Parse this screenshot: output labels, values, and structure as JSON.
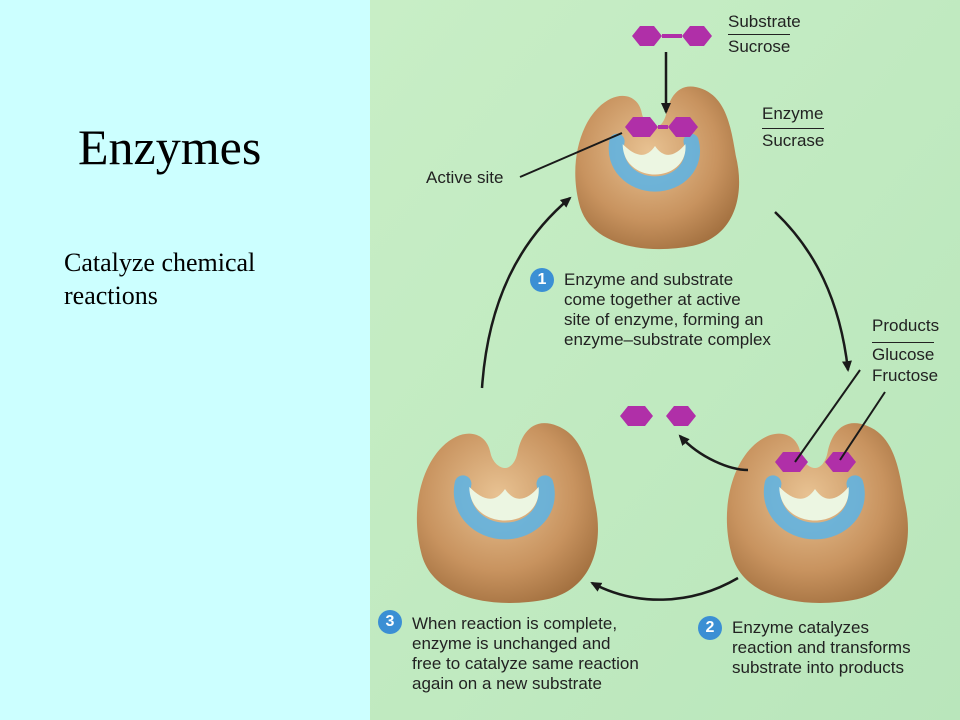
{
  "slide": {
    "title": "Enzymes",
    "subtitle": "Catalyze chemical reactions"
  },
  "diagram": {
    "substrate_label": "Substrate",
    "substrate_name": "Sucrose",
    "enzyme_label": "Enzyme",
    "enzyme_name": "Sucrase",
    "active_site_label": "Active site",
    "products_label": "Products",
    "product_1": "Glucose",
    "product_2": "Fructose",
    "steps": [
      {
        "number": "1",
        "lines": [
          "Enzyme and substrate",
          "come together at active",
          "site of enzyme, forming an",
          "enzyme–substrate complex"
        ]
      },
      {
        "number": "2",
        "lines": [
          "Enzyme catalyzes",
          "reaction and transforms",
          "substrate into products"
        ]
      },
      {
        "number": "3",
        "lines": [
          "When reaction is complete,",
          "enzyme is unchanged and",
          "free to catalyze same reaction",
          "again on a new substrate"
        ]
      }
    ],
    "colors": {
      "panel": "#c4ecc4",
      "enzyme": "#c8935f",
      "active_site": "#5ab4e8",
      "substrate": "#b02fa8",
      "arrow": "#1a1a1a",
      "badge": "#3b8fd4"
    }
  }
}
